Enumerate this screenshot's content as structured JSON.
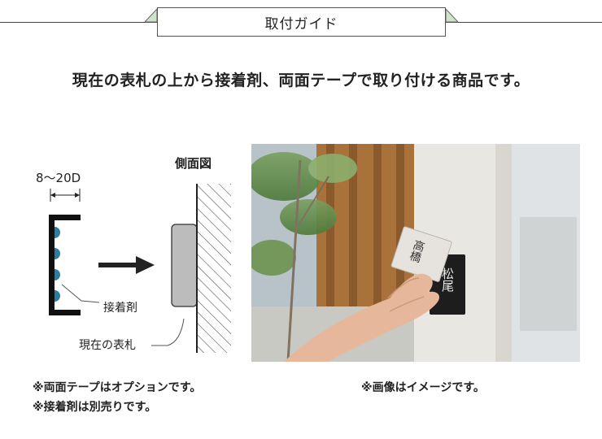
{
  "header": {
    "title": "取付ガイド"
  },
  "lead_text": "現在の表札の上から接着剤、両面テープで取り付ける商品です。",
  "diagram": {
    "side_view_label": "側面図",
    "dimension_label": "8～20D",
    "adhesive_label": "接着剤",
    "existing_plate_label": "現在の表札"
  },
  "photo": {
    "plate_text_small": "高橋",
    "plate_text_large": "松尾"
  },
  "notes": [
    "※両面テープはオプションです。",
    "※接着剤は別売りです。",
    "※画像はイメージです。"
  ],
  "colors": {
    "adhesive_dot": "#2a7fa0",
    "plate_fill": "#bcbcbc",
    "frame": "#111111"
  }
}
